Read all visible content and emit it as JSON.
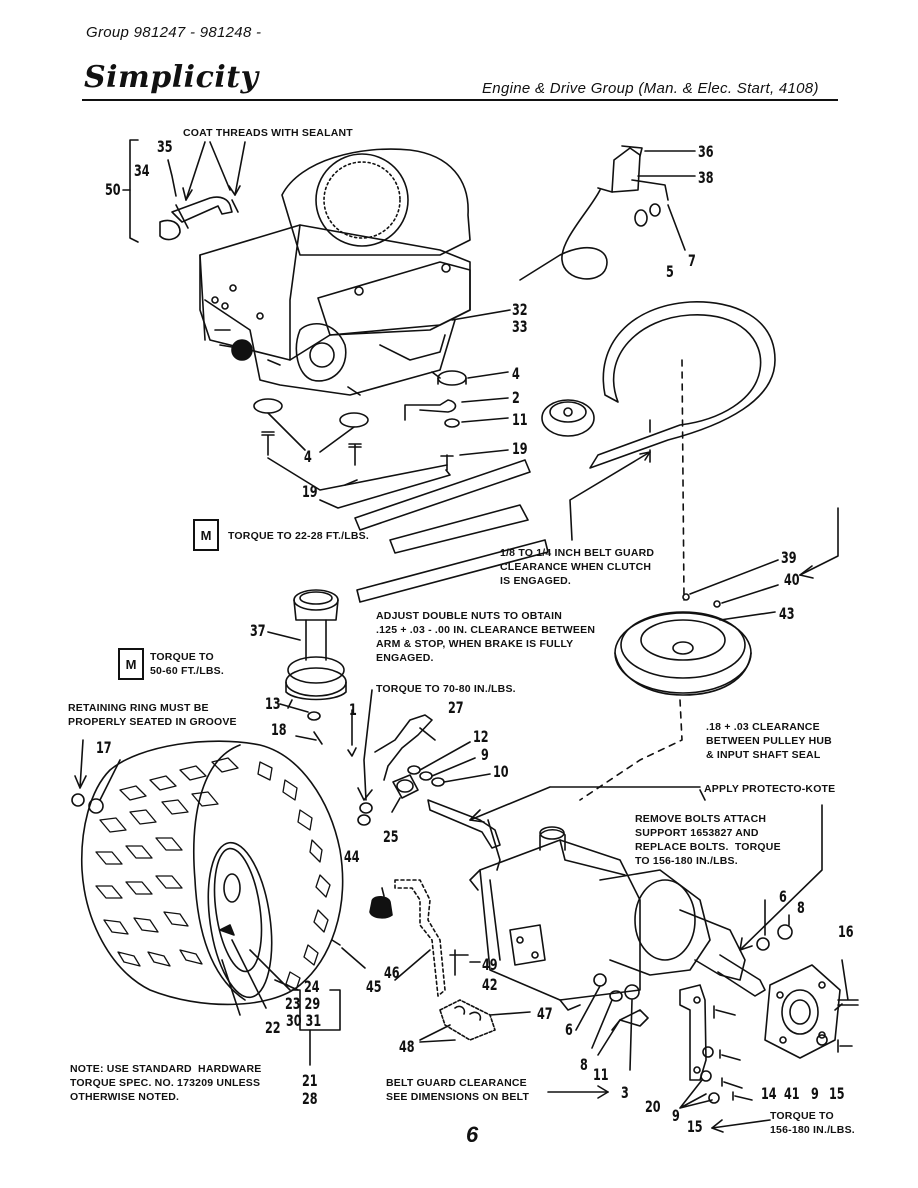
{
  "header": {
    "group_line": "Group  981247 -     981248 -",
    "brand": "Simplicity",
    "section_title": "Engine & Drive Group   (Man. & Elec. Start, 4108)"
  },
  "notes": {
    "coat_threads": "COAT THREADS WITH SEALANT",
    "torque_engine": "TORQUE TO 22-28 FT./LBS.",
    "belt_clearance_clutch": "1/8 TO 1/4 INCH BELT GUARD\nCLEARANCE WHEN CLUTCH\nIS ENGAGED.",
    "adjust_double_nuts": "ADJUST DOUBLE NUTS TO OBTAIN\n.125 + .03 - .00 IN. CLEARANCE BETWEEN\nARM & STOP, WHEN BRAKE IS FULLY\nENGAGED.",
    "torque_pulley": "TORQUE TO\n50-60 FT./LBS.",
    "torque_70_80": "TORQUE TO 70-80 IN./LBS.",
    "retaining_ring": "RETAINING RING MUST BE\nPROPERLY SEATED IN GROOVE",
    "pulley_hub_clearance": ".18 + .03 CLEARANCE\nBETWEEN PULLEY HUB\n& INPUT SHAFT SEAL",
    "protecto_kote": "APPLY PROTECTO-KOTE",
    "remove_bolts": "REMOVE BOLTS ATTACH\nSUPPORT 1653827 AND\nREPLACE BOLTS.  TORQUE\nTO 156-180 IN./LBS.",
    "standard_hardware": "NOTE: USE STANDARD  HARDWARE\nTORQUE SPEC. NO. 173209 UNLESS\nOTHERWISE NOTED.",
    "belt_guard_dimensions": "BELT GUARD CLEARANCE\nSEE DIMENSIONS ON BELT",
    "torque_bottom": "TORQUE TO\n156-180 IN./LBS."
  },
  "m_symbol": "M",
  "part_labels": [
    {
      "id": "p50",
      "text": "50"
    },
    {
      "id": "p34",
      "text": "34"
    },
    {
      "id": "p35",
      "text": "35"
    },
    {
      "id": "p36",
      "text": "36"
    },
    {
      "id": "p38",
      "text": "38"
    },
    {
      "id": "p5",
      "text": "5"
    },
    {
      "id": "p7",
      "text": "7"
    },
    {
      "id": "p32",
      "text": "32"
    },
    {
      "id": "p33",
      "text": "33"
    },
    {
      "id": "p4a",
      "text": "4"
    },
    {
      "id": "p2",
      "text": "2"
    },
    {
      "id": "p11a",
      "text": "11"
    },
    {
      "id": "p4b",
      "text": "4"
    },
    {
      "id": "p19a",
      "text": "19"
    },
    {
      "id": "p19b",
      "text": "19"
    },
    {
      "id": "p39",
      "text": "39"
    },
    {
      "id": "p40",
      "text": "40"
    },
    {
      "id": "p43",
      "text": "43"
    },
    {
      "id": "p37",
      "text": "37"
    },
    {
      "id": "p13",
      "text": "13"
    },
    {
      "id": "p18",
      "text": "18"
    },
    {
      "id": "p1",
      "text": "1"
    },
    {
      "id": "p27",
      "text": "27"
    },
    {
      "id": "p12",
      "text": "12"
    },
    {
      "id": "p9a",
      "text": "9"
    },
    {
      "id": "p10",
      "text": "10"
    },
    {
      "id": "p17",
      "text": "17"
    },
    {
      "id": "p25",
      "text": "25"
    },
    {
      "id": "p44",
      "text": "44"
    },
    {
      "id": "p6a",
      "text": "6"
    },
    {
      "id": "p8a",
      "text": "8"
    },
    {
      "id": "p16",
      "text": "16"
    },
    {
      "id": "p49",
      "text": "49"
    },
    {
      "id": "p45",
      "text": "45"
    },
    {
      "id": "p46",
      "text": "46"
    },
    {
      "id": "p42",
      "text": "42"
    },
    {
      "id": "p47",
      "text": "47"
    },
    {
      "id": "p48",
      "text": "48"
    },
    {
      "id": "p24",
      "text": "24"
    },
    {
      "id": "p23_29",
      "text": "23 29"
    },
    {
      "id": "p22",
      "text": "22"
    },
    {
      "id": "p30_31",
      "text": "30 31"
    },
    {
      "id": "p21",
      "text": "21"
    },
    {
      "id": "p28",
      "text": "28"
    },
    {
      "id": "p6b",
      "text": "6"
    },
    {
      "id": "p8b",
      "text": "8"
    },
    {
      "id": "p11b",
      "text": "11"
    },
    {
      "id": "p3",
      "text": "3"
    },
    {
      "id": "p20",
      "text": "20"
    },
    {
      "id": "p14",
      "text": "14"
    },
    {
      "id": "p41",
      "text": "41"
    },
    {
      "id": "p9b",
      "text": "9"
    },
    {
      "id": "p15a",
      "text": "15"
    },
    {
      "id": "p9c",
      "text": "9"
    },
    {
      "id": "p15b",
      "text": "15"
    }
  ],
  "page_number": "6"
}
